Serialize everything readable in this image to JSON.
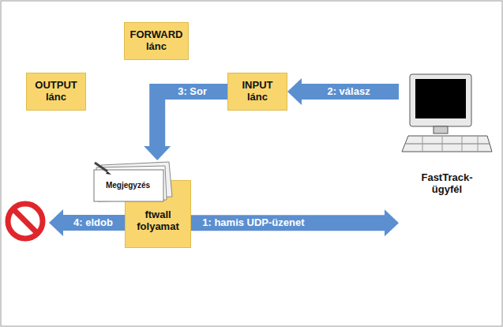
{
  "diagram": {
    "nodes": [
      {
        "text": [
          "FORWARD lánc"
        ]
      },
      {
        "text": [
          "OUTPUT lánc"
        ]
      },
      {
        "text": [
          "INPUT lánc"
        ]
      },
      {
        "text": [
          "Megjegyzés"
        ]
      },
      {
        "text": [
          "ftwall folyamat"
        ]
      },
      {
        "text": [
          "FastTrack-ügyfél"
        ]
      }
    ],
    "edges": [
      {
        "from": 4,
        "to": 5,
        "arrow": "to",
        "label": "1: hamis UDP-üzenet"
      },
      {
        "from": 5,
        "to": 2,
        "arrow": "to",
        "label": "2: válasz"
      },
      {
        "from": 2,
        "to": 3,
        "arrow": "to",
        "label": "3: Sor"
      }
    ],
    "labels": [
      "4: eldob"
    ]
  }
}
